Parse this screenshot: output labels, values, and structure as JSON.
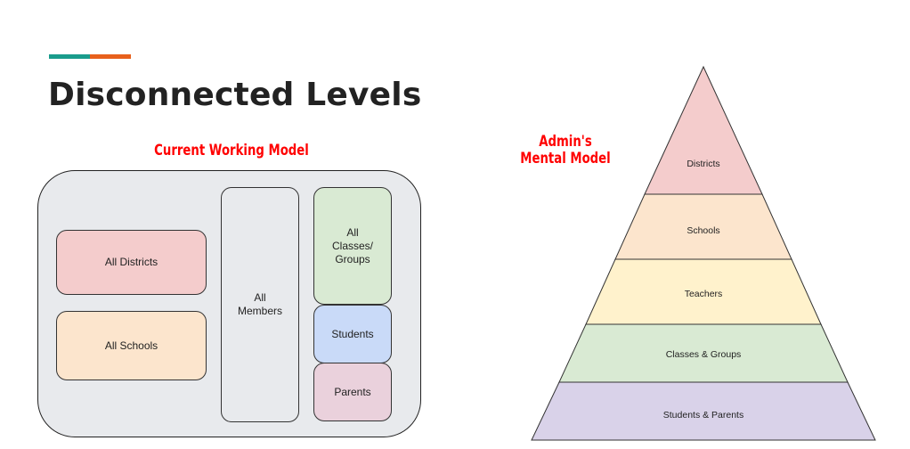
{
  "slide": {
    "title": "Disconnected Levels",
    "accent_colors": [
      "#1a9c8c",
      "#e8601c"
    ]
  },
  "current_model": {
    "heading": "Current Working Model",
    "boxes": [
      {
        "label": "All Districts",
        "color": "#f4cccc"
      },
      {
        "label": "All Schools",
        "color": "#fce5cd"
      },
      {
        "label": "All\nMembers",
        "color": "#e8eaed"
      },
      {
        "label": "All\nClasses/\nGroups",
        "color": "#d9ead3"
      },
      {
        "label": "Students",
        "color": "#c9daf8"
      },
      {
        "label": "Parents",
        "color": "#ead1dc"
      }
    ]
  },
  "admin_model": {
    "heading_line1": "Admin's",
    "heading_line2": "Mental Model",
    "tiers": [
      {
        "label": "Districts",
        "color": "#f4cccc"
      },
      {
        "label": "Schools",
        "color": "#fce5cd"
      },
      {
        "label": "Teachers",
        "color": "#fff2cc"
      },
      {
        "label": "Classes & Groups",
        "color": "#d9ead3"
      },
      {
        "label": "Students & Parents",
        "color": "#d9d2e9"
      }
    ]
  }
}
